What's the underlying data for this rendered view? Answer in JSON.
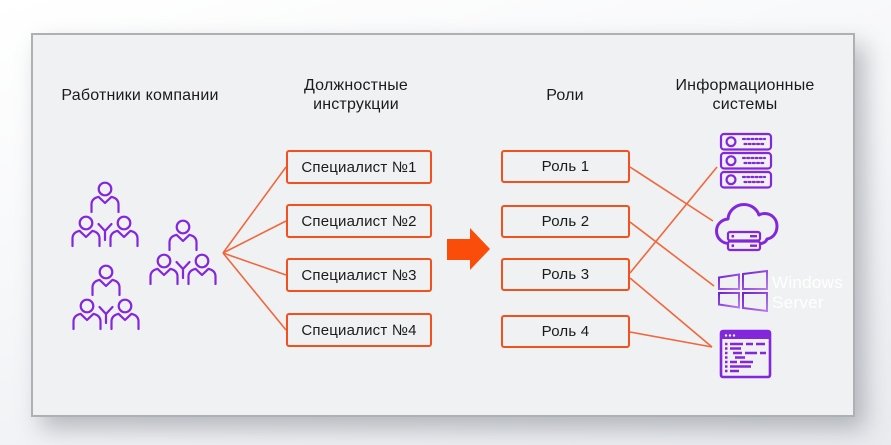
{
  "card": {
    "headers": {
      "employees": "Работники компании",
      "job_descriptions": "Должностные инструкции",
      "roles": "Роли",
      "systems": "Информационные системы"
    },
    "specialists": [
      "Специалист №1",
      "Специалист №2",
      "Специалист №3",
      "Специалист №4"
    ],
    "roles": [
      "Роль 1",
      "Роль 2",
      "Роль 3",
      "Роль 4"
    ],
    "systems": [
      {
        "icon": "server-rack-icon"
      },
      {
        "icon": "cloud-server-icon"
      },
      {
        "icon": "windows-server-icon",
        "label": "Windows Server"
      },
      {
        "icon": "code-window-icon"
      }
    ],
    "employee_groups": 3,
    "connections": {
      "employees_to_specialists": [
        "Специалист №1",
        "Специалист №2",
        "Специалист №3",
        "Специалист №4"
      ],
      "roles_to_systems": [
        {
          "from": "Роль 1",
          "to": "cloud-server"
        },
        {
          "from": "Роль 2",
          "to": "windows-server"
        },
        {
          "from": "Роль 3",
          "to": "server-rack"
        },
        {
          "from": "Роль 3",
          "to": "code-window"
        },
        {
          "from": "Роль 4",
          "to": "code-window"
        }
      ]
    }
  },
  "colors": {
    "orange_border": "#f3501e",
    "orange_line": "#f0673d",
    "orange_arrow": "#fb4d0a",
    "purple": "#8327dd",
    "card_bg": "#f0f1f3",
    "card_border": "#aeb0b3",
    "text": "#1b1b1d",
    "windows_text": "#ffffff"
  }
}
